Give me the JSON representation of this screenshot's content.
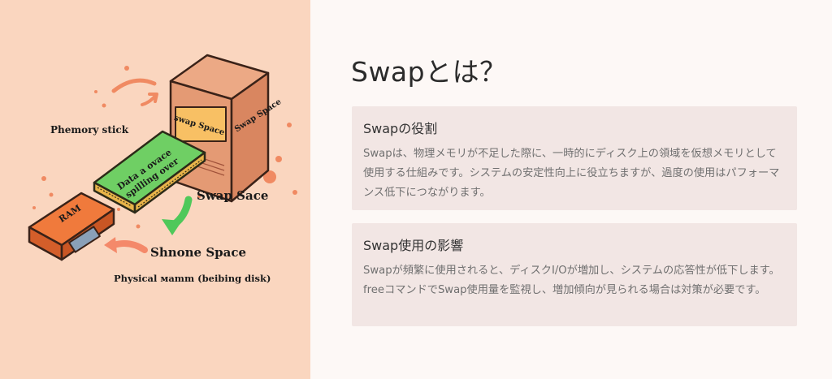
{
  "illustration": {
    "labels": {
      "memory_stick": "Phemory stick",
      "swap_space_box": "swap Space",
      "swap_space_side": "Swap Space",
      "swap_space_mid": "Swap Sace",
      "data_stick": [
        "Data a ovace",
        "spilling over"
      ],
      "ram": "RAM",
      "shnone_space": "Shnone Space",
      "physical": "Physical мamm (beibing disk)"
    },
    "colors": {
      "background": "#fad6bf",
      "box": "#e49a74",
      "green_stick": "#6fcf64",
      "ram": "#f07a3c",
      "arrow_green": "#4fc85a",
      "arrow_orange": "#f4896a"
    }
  },
  "main": {
    "title": "Swapとは？",
    "cards": [
      {
        "title": "Swapの役割",
        "body": "Swapは、物理メモリが不足した際に、一時的にディスク上の領域を仮想メモリとして使用する仕組みです。システムの安定性向上に役立ちますが、過度の使用はパフォーマンス低下につながります。"
      },
      {
        "title": "Swap使用の影響",
        "body": "Swapが頻繁に使用されると、ディスクI/Oが増加し、システムの応答性が低下します。freeコマンドでSwap使用量を監視し、増加傾向が見られる場合は対策が必要です。"
      }
    ]
  }
}
